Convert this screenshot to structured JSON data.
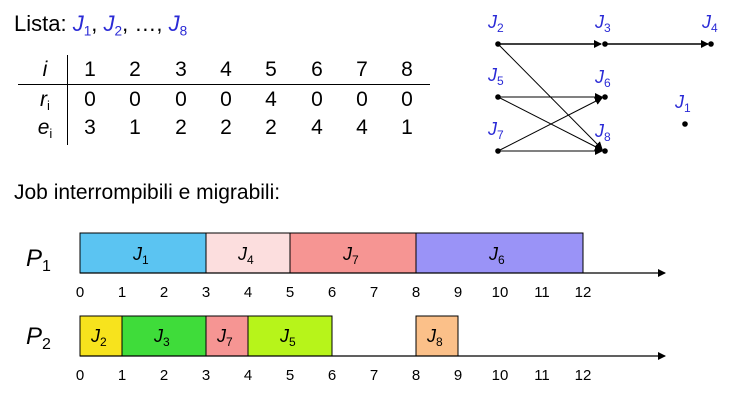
{
  "list": {
    "label": "Lista:",
    "items": [
      {
        "letter": "J",
        "sub": "1"
      },
      {
        "letter": "J",
        "sub": "2"
      },
      {
        "sep": "…"
      },
      {
        "letter": "J",
        "sub": "8"
      }
    ]
  },
  "table": {
    "rows": [
      {
        "header": "i",
        "header_sub": "",
        "values": [
          "1",
          "2",
          "3",
          "4",
          "5",
          "6",
          "7",
          "8"
        ]
      },
      {
        "header": "r",
        "header_sub": "i",
        "values": [
          "0",
          "0",
          "0",
          "0",
          "4",
          "0",
          "0",
          "0"
        ]
      },
      {
        "header": "e",
        "header_sub": "i",
        "values": [
          "3",
          "1",
          "2",
          "2",
          "2",
          "4",
          "4",
          "1"
        ]
      }
    ]
  },
  "graph": {
    "nodes": [
      {
        "id": "J2",
        "letter": "J",
        "sub": "2"
      },
      {
        "id": "J3",
        "letter": "J",
        "sub": "3"
      },
      {
        "id": "J4",
        "letter": "J",
        "sub": "4"
      },
      {
        "id": "J5",
        "letter": "J",
        "sub": "5"
      },
      {
        "id": "J6",
        "letter": "J",
        "sub": "6"
      },
      {
        "id": "J1",
        "letter": "J",
        "sub": "1"
      },
      {
        "id": "J7",
        "letter": "J",
        "sub": "7"
      },
      {
        "id": "J8",
        "letter": "J",
        "sub": "8"
      }
    ],
    "edges": [
      [
        "J2",
        "J3"
      ],
      [
        "J3",
        "J4"
      ],
      [
        "J2",
        "J8"
      ],
      [
        "J5",
        "J6"
      ],
      [
        "J5",
        "J8"
      ],
      [
        "J7",
        "J6"
      ],
      [
        "J7",
        "J8"
      ]
    ]
  },
  "section_title": "Job interrompibili e migrabili:",
  "gantt": {
    "axis_ticks": [
      "0",
      "1",
      "2",
      "3",
      "4",
      "5",
      "6",
      "7",
      "8",
      "9",
      "10",
      "11",
      "12"
    ],
    "processors": [
      {
        "label": "P",
        "sub": "1",
        "blocks": [
          {
            "job": "J",
            "sub": "1",
            "start": 0,
            "end": 3,
            "color": "#5bc4f2"
          },
          {
            "job": "J",
            "sub": "4",
            "start": 3,
            "end": 5,
            "color": "#fcdede"
          },
          {
            "job": "J",
            "sub": "7",
            "start": 5,
            "end": 8,
            "color": "#f69593"
          },
          {
            "job": "J",
            "sub": "6",
            "start": 8,
            "end": 12,
            "color": "#9a93f7"
          }
        ]
      },
      {
        "label": "P",
        "sub": "2",
        "blocks": [
          {
            "job": "J",
            "sub": "2",
            "start": 0,
            "end": 1,
            "color": "#f7e31d"
          },
          {
            "job": "J",
            "sub": "3",
            "start": 1,
            "end": 3,
            "color": "#3fdc3a"
          },
          {
            "job": "J",
            "sub": "7",
            "start": 3,
            "end": 4,
            "color": "#f69593"
          },
          {
            "job": "J",
            "sub": "5",
            "start": 4,
            "end": 6,
            "color": "#b7f41a"
          },
          {
            "job": "J",
            "sub": "8",
            "start": 8,
            "end": 9,
            "color": "#fbc089"
          }
        ]
      }
    ]
  }
}
